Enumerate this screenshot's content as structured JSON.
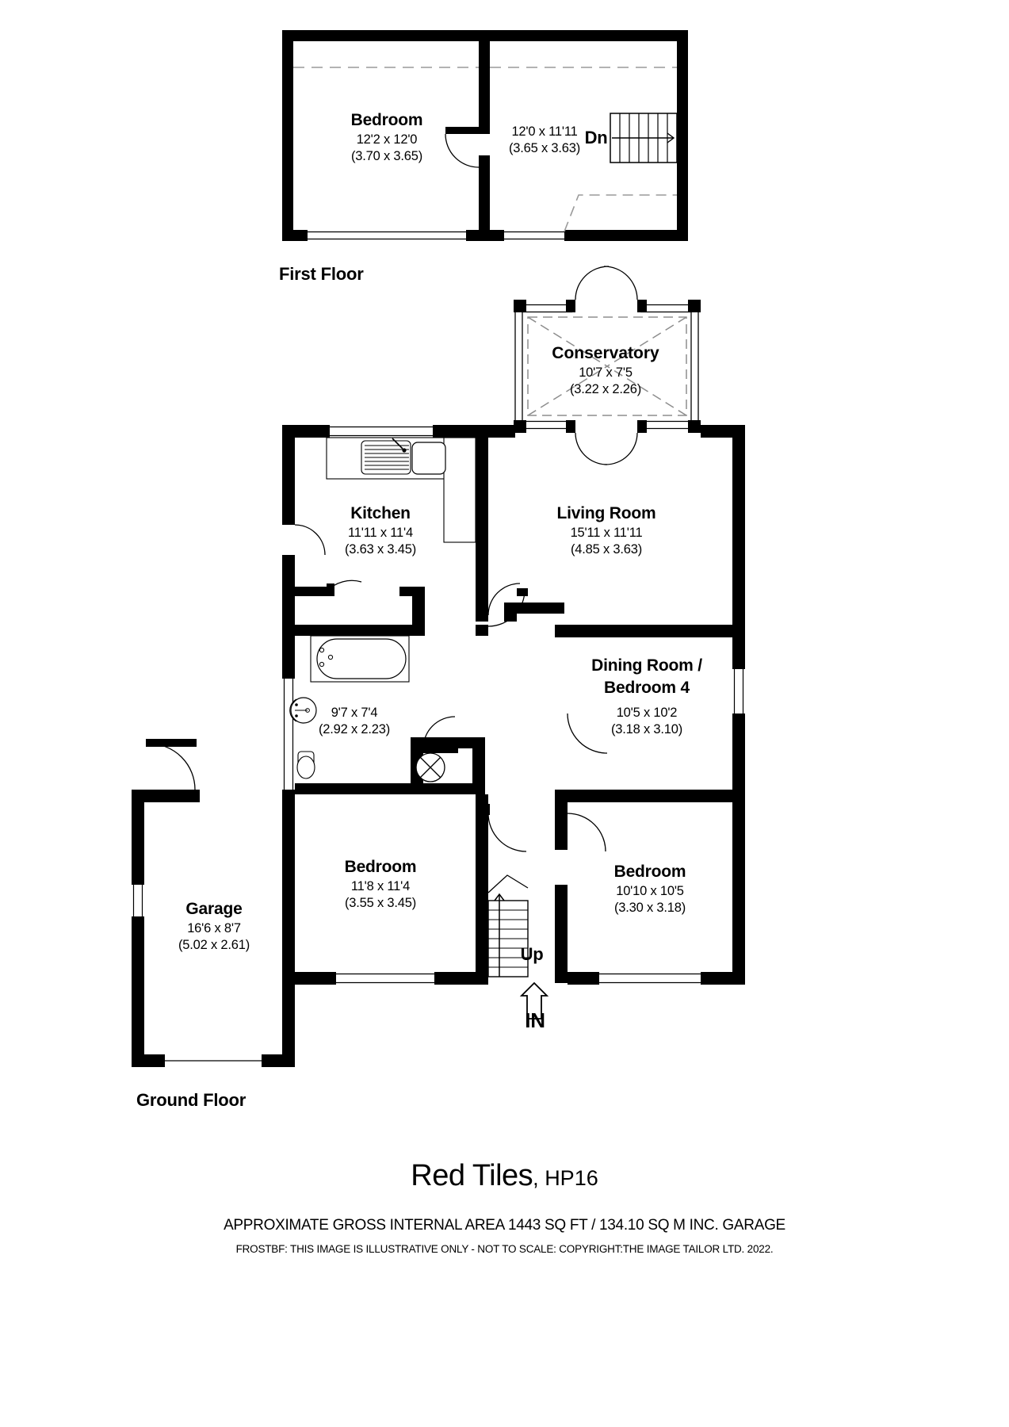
{
  "document": {
    "title": "Red Tiles",
    "postcode": "HP16",
    "area_note": "APPROXIMATE GROSS INTERNAL AREA 1443 SQ FT / 134.10 SQ M INC. GARAGE",
    "copyright_note": "FROSTBF: THIS IMAGE IS ILLUSTRATIVE ONLY - NOT TO SCALE: COPYRIGHT:THE IMAGE TAILOR LTD. 2022.",
    "ink_color": "#000000",
    "paper_color": "#ffffff"
  },
  "floors": [
    {
      "id": "first-floor",
      "label": "First Floor",
      "rooms": [
        {
          "id": "first-floor-bedroom",
          "name": "Bedroom",
          "dim_imperial": "12'2 x 12'0",
          "dim_metric": "(3.70 x 3.65)"
        },
        {
          "id": "first-floor-landing-room",
          "name": "",
          "dim_imperial": "12'0 x 11'11",
          "dim_metric": "(3.65 x 3.63)"
        }
      ],
      "markers": [
        {
          "id": "stairs-down",
          "label": "Dn"
        }
      ]
    },
    {
      "id": "ground-floor",
      "label": "Ground Floor",
      "rooms": [
        {
          "id": "conservatory",
          "name": "Conservatory",
          "dim_imperial": "10'7 x 7'5",
          "dim_metric": "(3.22 x 2.26)"
        },
        {
          "id": "kitchen",
          "name": "Kitchen",
          "dim_imperial": "11'11 x 11'4",
          "dim_metric": "(3.63 x 3.45)"
        },
        {
          "id": "living-room",
          "name": "Living Room",
          "dim_imperial": "15'11 x 11'11",
          "dim_metric": "(4.85 x 3.63)"
        },
        {
          "id": "dining-room-bedroom-4",
          "name_line1": "Dining Room /",
          "name_line2": "Bedroom 4",
          "dim_imperial": "10'5 x 10'2",
          "dim_metric": "(3.18 x 3.10)"
        },
        {
          "id": "bathroom",
          "name": "",
          "dim_imperial": "9'7 x 7'4",
          "dim_metric": "(2.92 x 2.23)"
        },
        {
          "id": "ground-bedroom-2",
          "name": "Bedroom",
          "dim_imperial": "11'8 x 11'4",
          "dim_metric": "(3.55 x 3.45)"
        },
        {
          "id": "ground-bedroom-3",
          "name": "Bedroom",
          "dim_imperial": "10'10 x 10'5",
          "dim_metric": "(3.30 x 3.18)"
        },
        {
          "id": "garage",
          "name": "Garage",
          "dim_imperial": "16'6 x 8'7",
          "dim_metric": "(5.02 x 2.61)"
        }
      ],
      "markers": [
        {
          "id": "stairs-up",
          "label": "Up"
        },
        {
          "id": "entrance",
          "label": "IN"
        }
      ]
    }
  ]
}
